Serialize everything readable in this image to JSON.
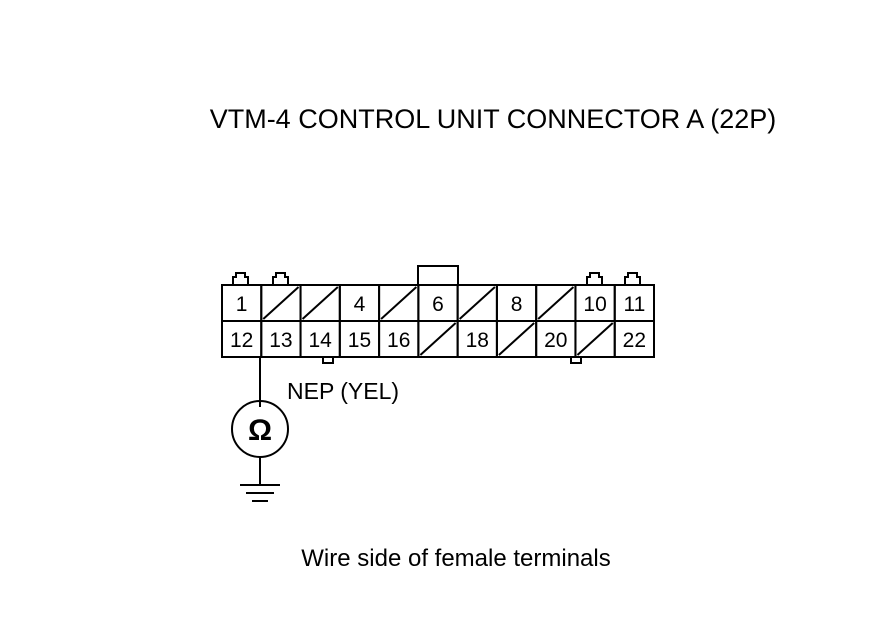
{
  "title": "VTM-4 CONTROL UNIT CONNECTOR A (22P)",
  "caption": "Wire side of female terminals",
  "wire": {
    "label": "NEP (YEL)",
    "pin": 13
  },
  "meter": {
    "icon": "ohmmeter-icon",
    "symbol": "Ω"
  },
  "ground": {
    "icon": "ground-icon"
  },
  "connector": {
    "rows": [
      [
        "1",
        "",
        "",
        "4",
        "",
        "6",
        "",
        "8",
        "",
        "10",
        "11"
      ],
      [
        "12",
        "13",
        "14",
        "15",
        "16",
        "",
        "18",
        "",
        "20",
        "",
        "22"
      ]
    ]
  }
}
